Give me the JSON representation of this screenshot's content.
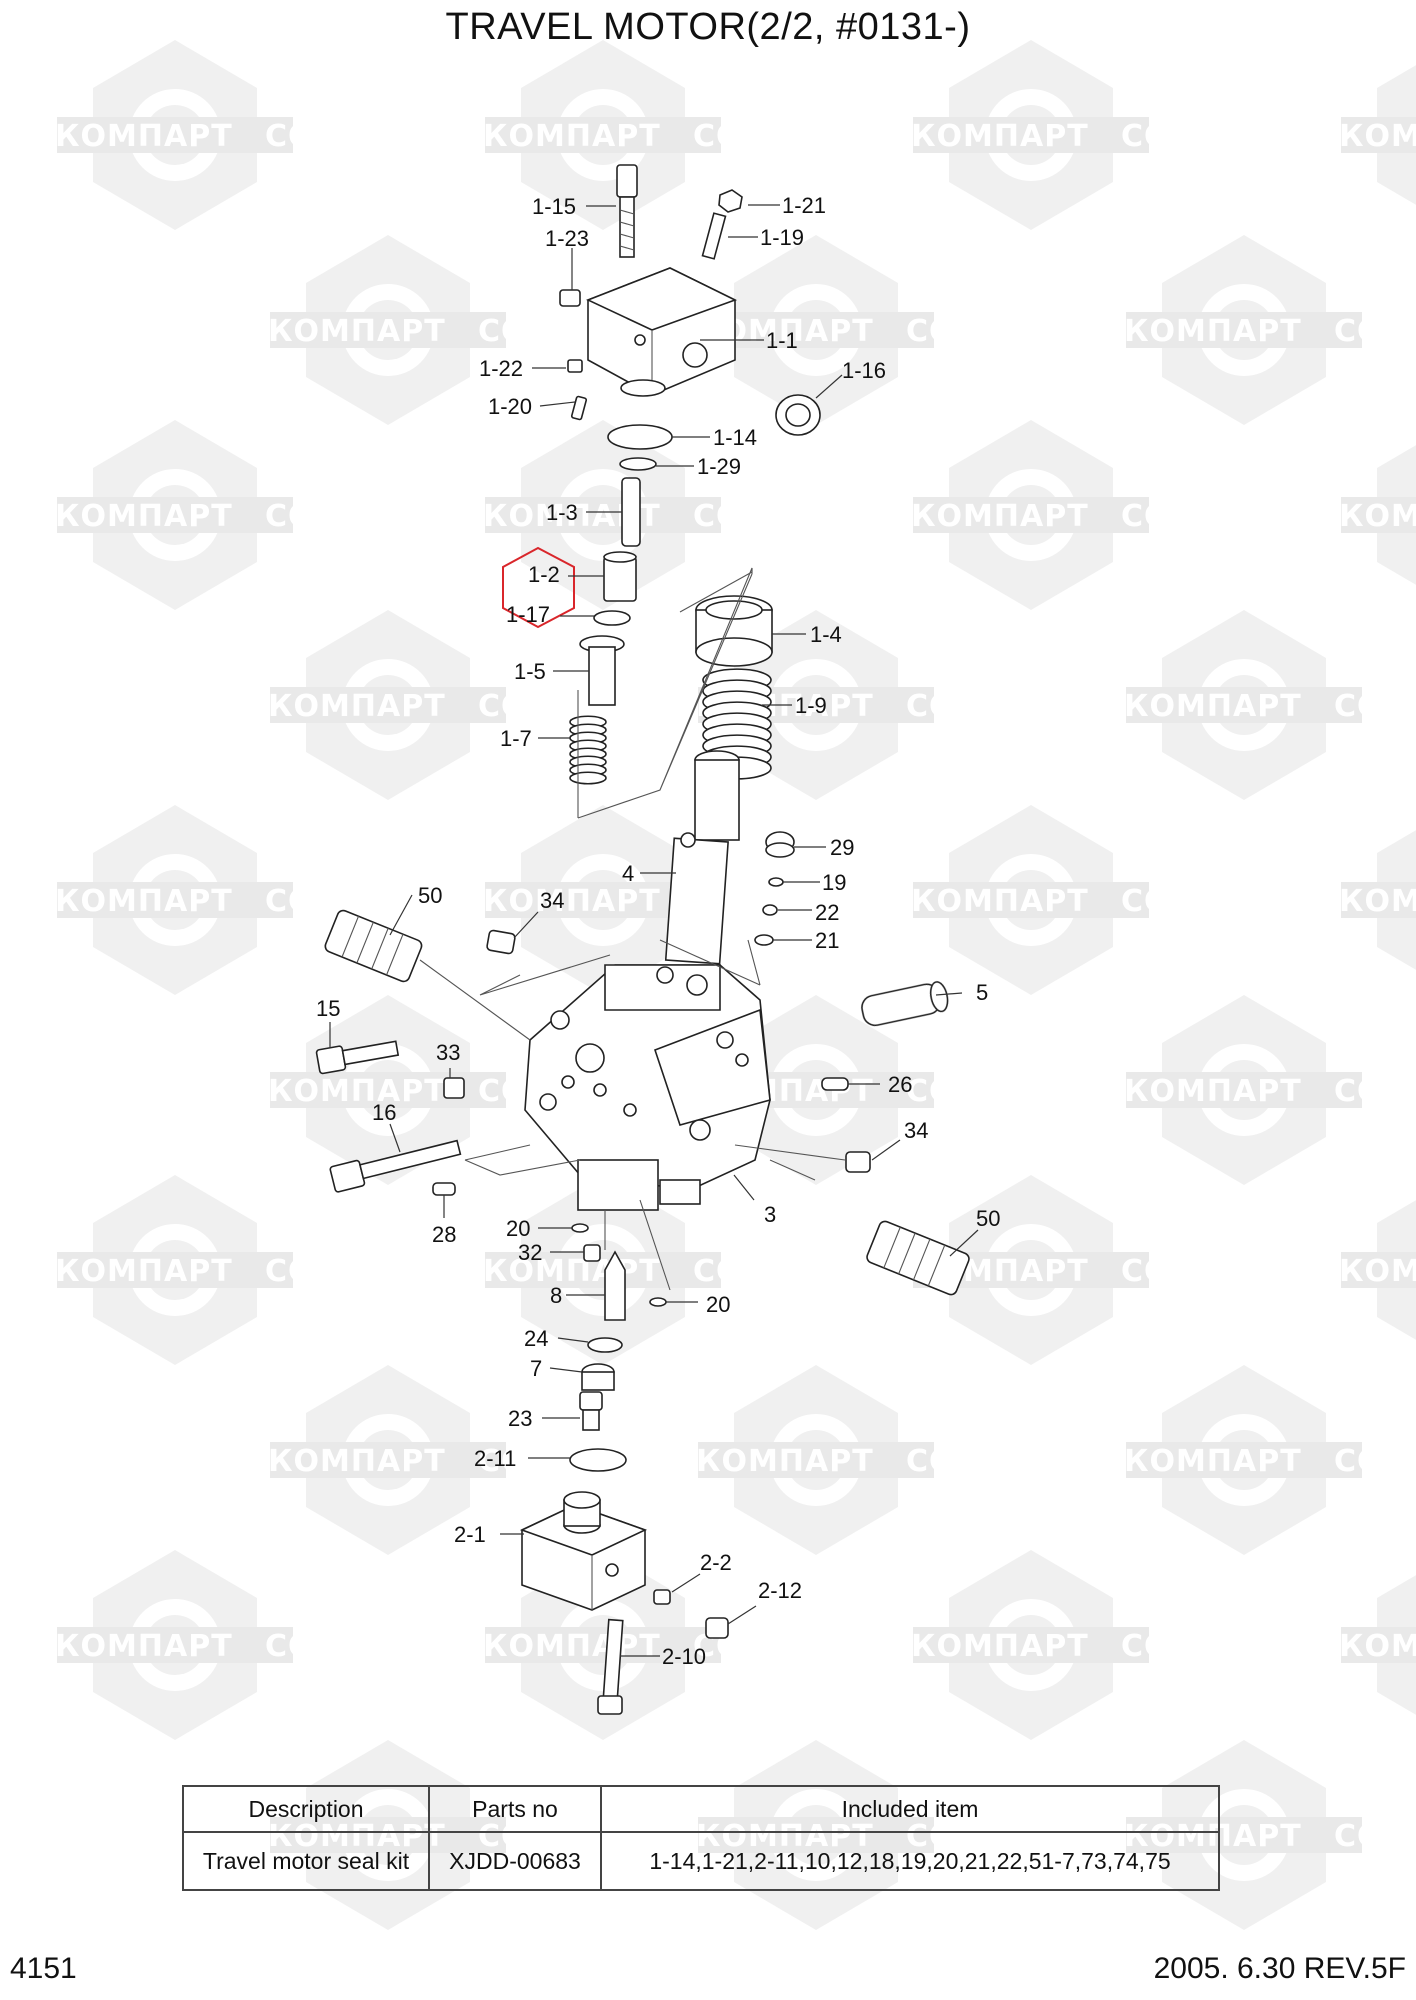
{
  "title": "TRAVEL MOTOR(2/2, #0131-)",
  "watermark": {
    "left_text": "КОМПАРТ",
    "right_text": "COMPART",
    "color": "#e6e6e6"
  },
  "highlight_color": "#d9262b",
  "labels": {
    "l_1_15": "1-15",
    "l_1_21": "1-21",
    "l_1_23": "1-23",
    "l_1_19": "1-19",
    "l_1_1": "1-1",
    "l_1_22": "1-22",
    "l_1_16": "1-16",
    "l_1_20": "1-20",
    "l_1_14": "1-14",
    "l_1_29": "1-29",
    "l_1_3": "1-3",
    "l_1_2": "1-2",
    "l_1_17": "1-17",
    "l_1_4": "1-4",
    "l_1_5": "1-5",
    "l_1_9": "1-9",
    "l_1_7": "1-7",
    "l_29": "29",
    "l_4": "4",
    "l_19": "19",
    "l_50a": "50",
    "l_34a": "34",
    "l_22": "22",
    "l_21": "21",
    "l_5": "5",
    "l_15": "15",
    "l_33": "33",
    "l_26": "26",
    "l_16": "16",
    "l_34b": "34",
    "l_3": "3",
    "l_28": "28",
    "l_20a": "20",
    "l_50b": "50",
    "l_32": "32",
    "l_8": "8",
    "l_20b": "20",
    "l_24": "24",
    "l_7": "7",
    "l_23": "23",
    "l_2_11": "2-11",
    "l_2_1": "2-1",
    "l_2_2": "2-2",
    "l_2_12": "2-12",
    "l_2_10": "2-10"
  },
  "table": {
    "headers": [
      "Description",
      "Parts no",
      "Included item"
    ],
    "row": [
      "Travel motor seal kit",
      "XJDD-00683",
      "1-14,1-21,2-11,10,12,18,19,20,21,22,51-7,73,74,75"
    ]
  },
  "footer": {
    "page_number": "4151",
    "revision": "2005. 6.30  REV.5F"
  }
}
